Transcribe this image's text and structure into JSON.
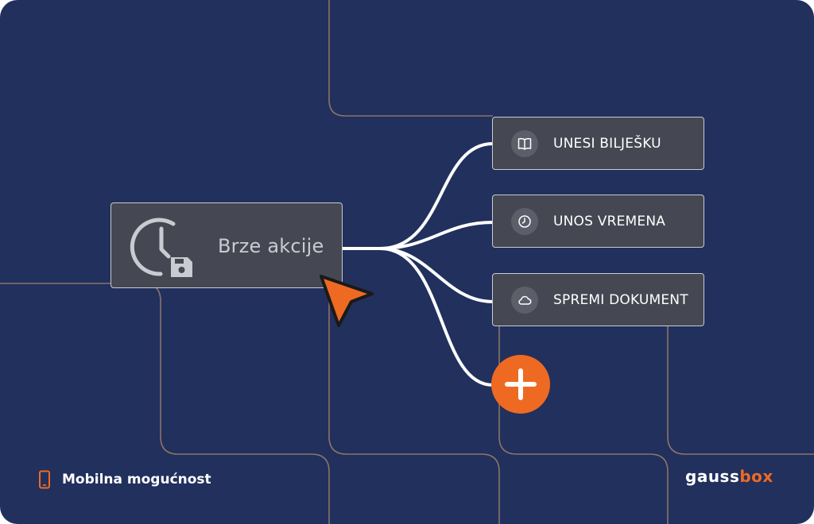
{
  "main_card": {
    "label": "Brze akcije",
    "icon": "clock-save-icon"
  },
  "actions": [
    {
      "label": "UNESI BILJEŠKU",
      "icon": "book-icon"
    },
    {
      "label": "UNOS VREMENA",
      "icon": "clock-icon"
    },
    {
      "label": "SPREMI DOKUMENT",
      "icon": "cloud-icon"
    }
  ],
  "add_button": {
    "icon": "plus-icon"
  },
  "footer": {
    "caption": "Mobilna mogućnost",
    "icon": "phone-icon"
  },
  "brand": {
    "part1": "gauss",
    "part2": "box"
  },
  "colors": {
    "background": "#21305d",
    "card": "#454852",
    "accent": "#ee6a22",
    "grid_line": "#8a7466"
  }
}
